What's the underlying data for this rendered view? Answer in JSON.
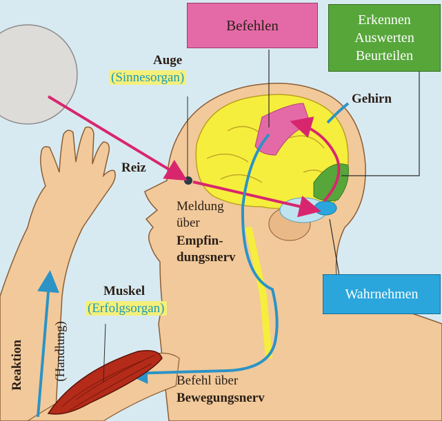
{
  "labels": {
    "befehlen": "Befehlen",
    "erkennen": "Erkennen",
    "auswerten": "Auswerten",
    "beurteilen": "Beurteilen",
    "auge": "Auge",
    "sinnesorgan": "(Sinnesorgan)",
    "gehirn": "Gehirn",
    "reiz": "Reiz",
    "meldung_line1": "Meldung",
    "meldung_line2": "über",
    "empfindung_line1": "Empfin-",
    "empfindung_line2": "dungsnerv",
    "wahrnehmen": "Wahrnehmen",
    "muskel": "Muskel",
    "erfolgsorgan": "(Erfolgsorgan)",
    "befehl_ueber": "Befehl über",
    "bewegungsnerv": "Bewegungsnerv",
    "reaktion": "Reaktion",
    "handlung": "(Handlung)"
  },
  "colors": {
    "background": "#d8eaf1",
    "skin": "#f2c99a",
    "brain": "#f6ee3c",
    "befehlen_box": "#e46aa7",
    "erkennen_box": "#57a63a",
    "wahrnehmen_box": "#2aa6dd",
    "nerve_blue": "#2b93c6",
    "signal_red": "#d8266e",
    "muscle": "#b42b1a"
  }
}
